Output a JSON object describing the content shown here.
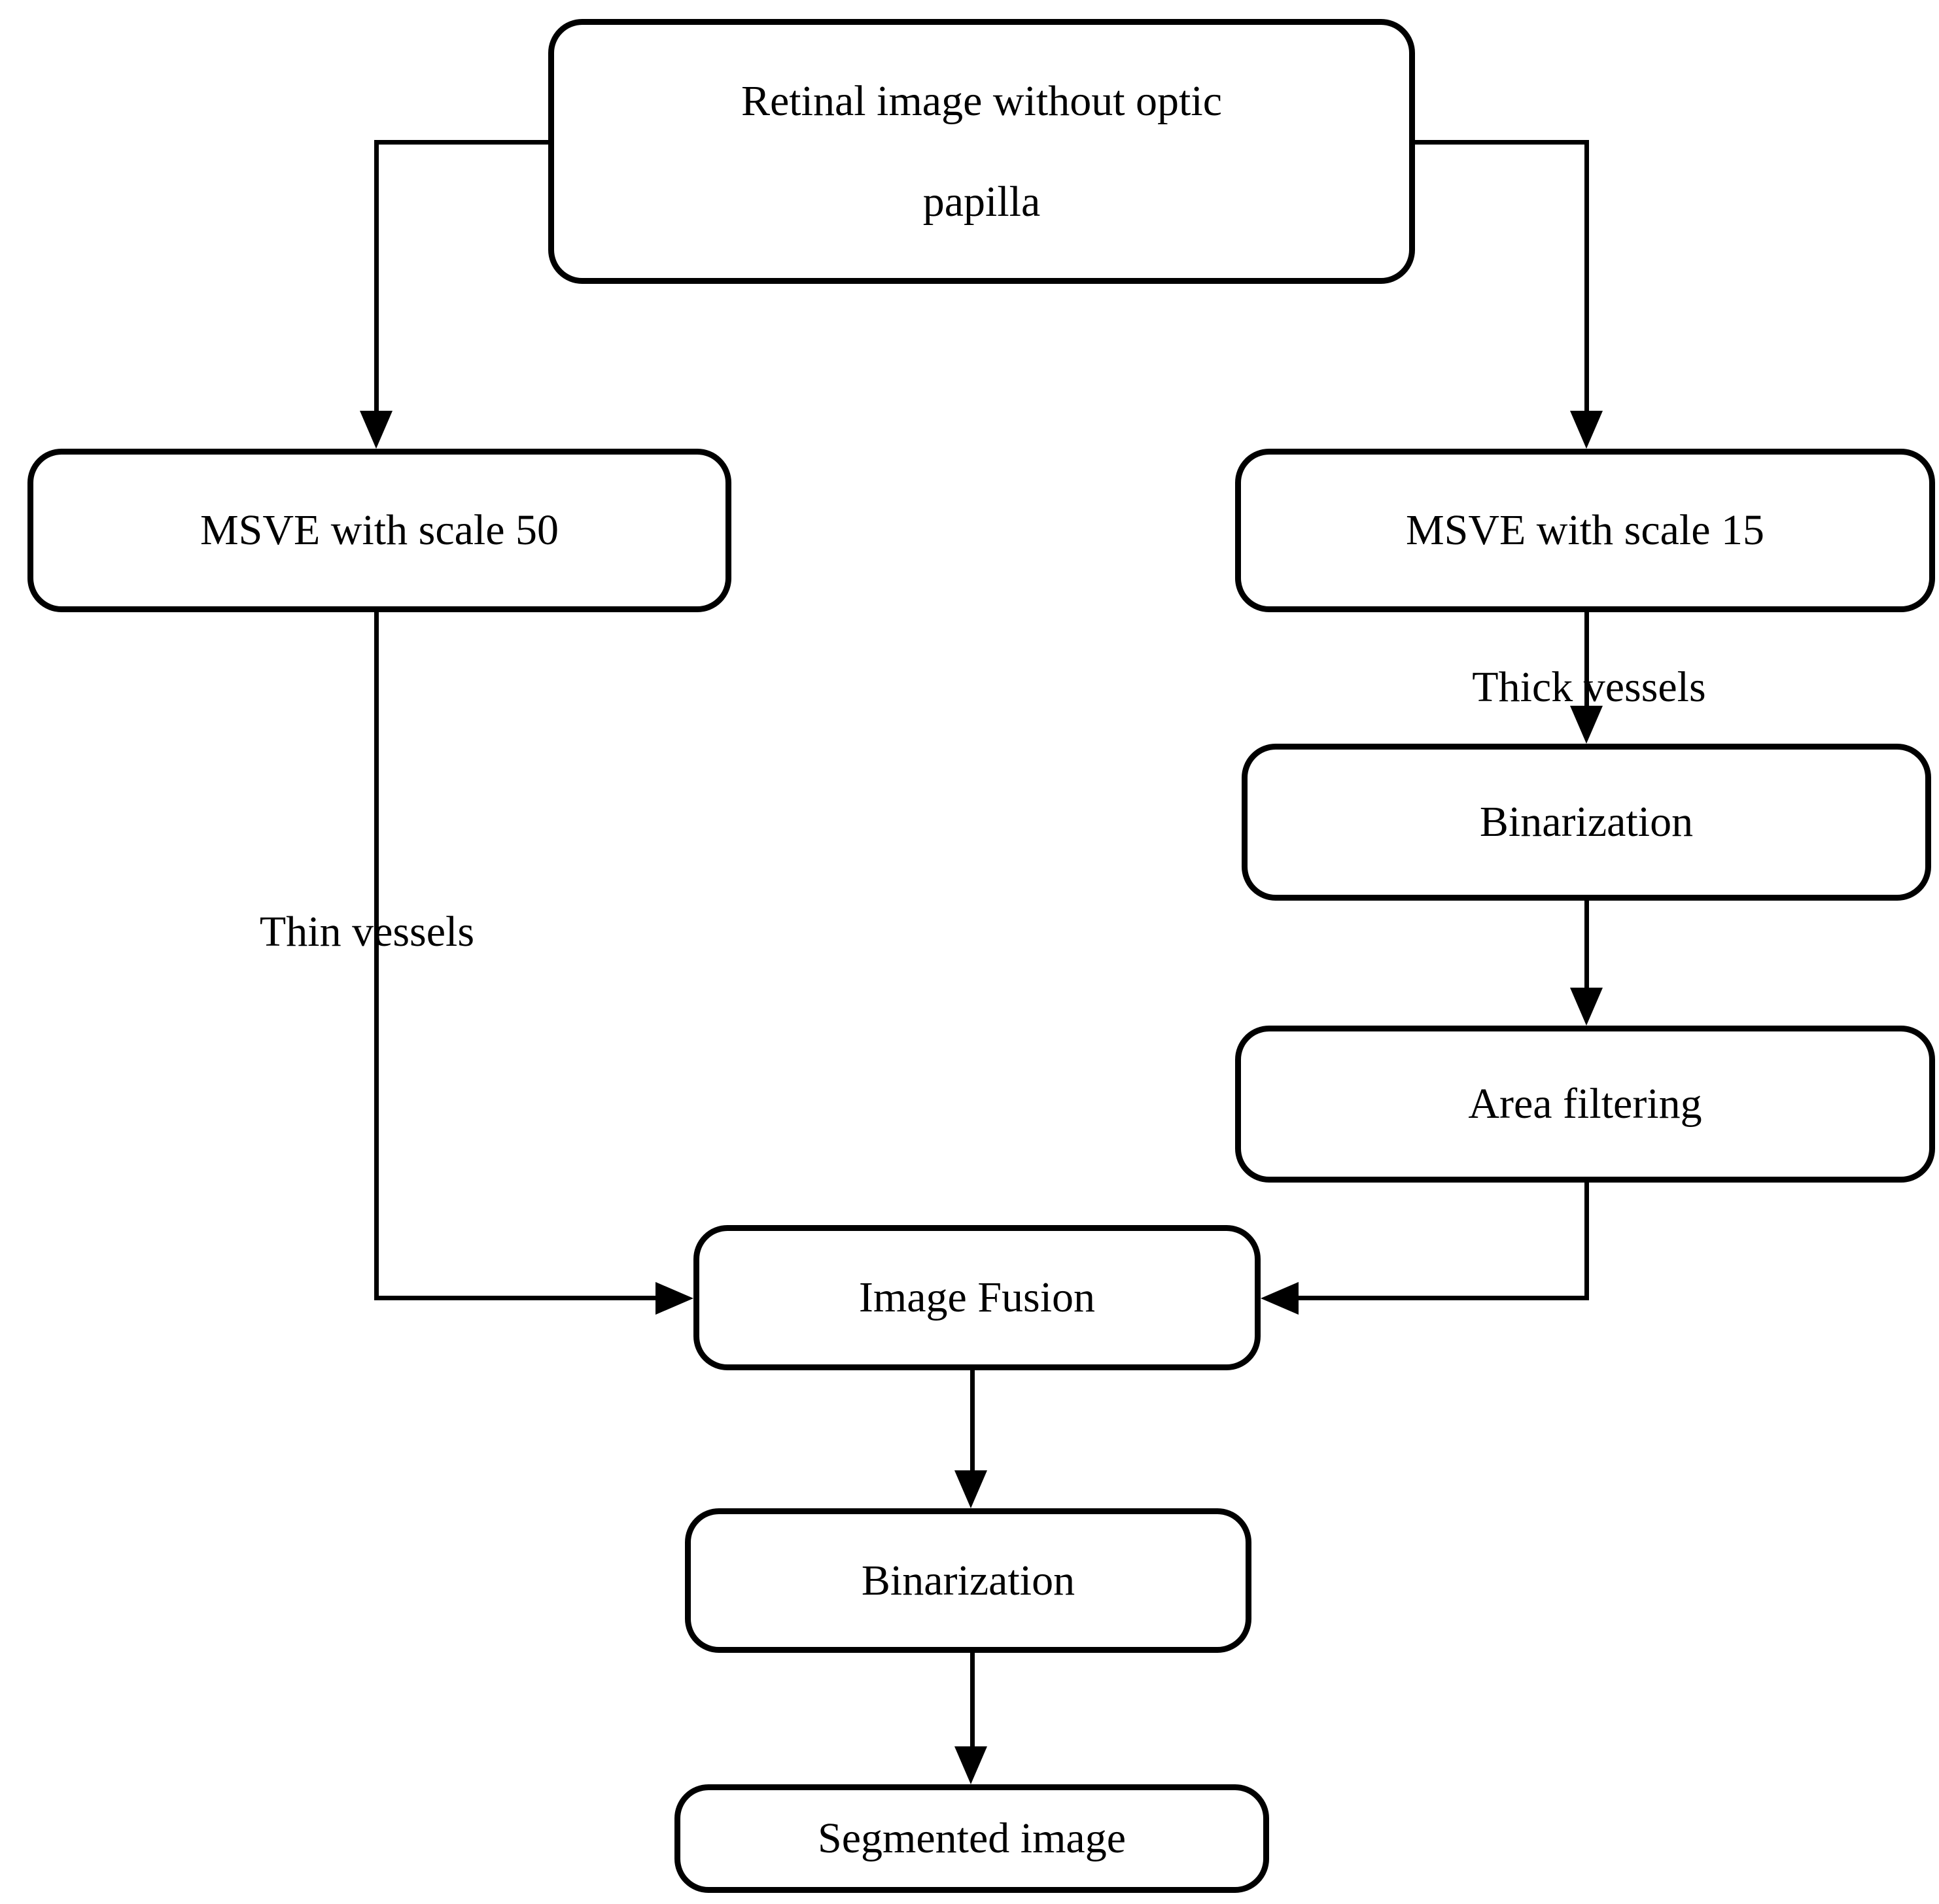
{
  "diagram": {
    "type": "flowchart",
    "colors": {
      "stroke": "#000000",
      "background": "#ffffff",
      "text": "#000000"
    },
    "nodes": {
      "retinal": {
        "line1": "Retinal image without optic",
        "line2": "papilla"
      },
      "msve50": {
        "label": "MSVE with scale 50"
      },
      "msve15": {
        "label": "MSVE with scale 15"
      },
      "binarization_right": {
        "label": "Binarization"
      },
      "area_filtering": {
        "label": "Area filtering"
      },
      "image_fusion": {
        "label": "Image Fusion"
      },
      "binarization_center": {
        "label": "Binarization"
      },
      "segmented": {
        "label": "Segmented image"
      }
    },
    "edge_labels": {
      "thin": "Thin vessels",
      "thick": "Thick vessels"
    },
    "edges": [
      {
        "from": "Retinal image without optic papilla",
        "to": "MSVE with scale 50"
      },
      {
        "from": "Retinal image without optic papilla",
        "to": "MSVE with scale 15"
      },
      {
        "from": "MSVE with scale 15",
        "to": "Binarization",
        "label": "Thick vessels"
      },
      {
        "from": "Binarization",
        "to": "Area filtering"
      },
      {
        "from": "Area filtering",
        "to": "Image Fusion"
      },
      {
        "from": "MSVE with scale 50",
        "to": "Image Fusion",
        "label": "Thin vessels"
      },
      {
        "from": "Image Fusion",
        "to": "Binarization"
      },
      {
        "from": "Binarization",
        "to": "Segmented image"
      }
    ]
  }
}
